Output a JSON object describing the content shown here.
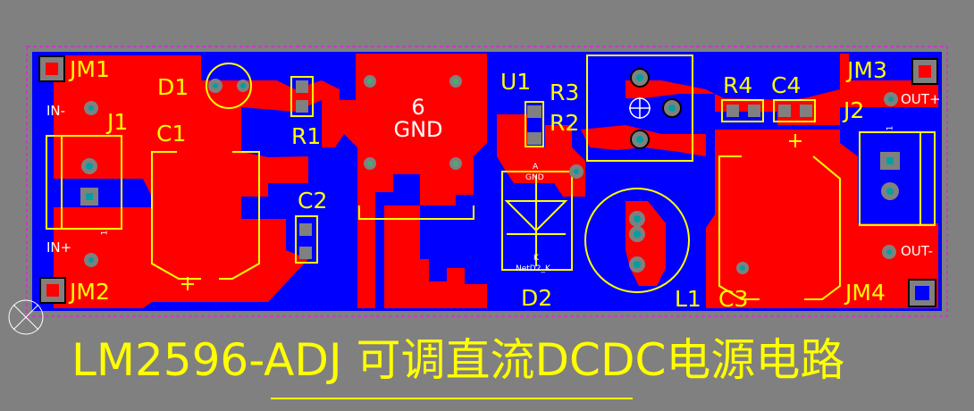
{
  "colors": {
    "background": "#808080",
    "top_copper": "#ff0000",
    "bottom_copper": "#0000ff",
    "silkscreen": "#ffff00",
    "board_outline": "#ff00ff",
    "pad": "#808080",
    "via": "#00a0a0"
  },
  "designators": {
    "jm1": "JM1",
    "jm2": "JM2",
    "jm3": "JM3",
    "jm4": "JM4",
    "d1": "D1",
    "d2": "D2",
    "j1": "J1",
    "j2": "J2",
    "c1": "C1",
    "c2": "C2",
    "c3": "C3",
    "c4": "C4",
    "r1": "R1",
    "r2": "R2",
    "r3": "R3",
    "r4": "R4",
    "u1": "U1",
    "l1": "L1"
  },
  "pin_labels": {
    "in_minus": "IN-",
    "in_plus": "IN+",
    "out_plus": "OUT+",
    "out_minus": "OUT-"
  },
  "small_labels": {
    "a": "A",
    "gnd": "GND",
    "k": "K",
    "net": "NetD2_K",
    "one_left": "1",
    "one_right": "1"
  },
  "pad_label": {
    "number": "6",
    "net": "GND"
  },
  "title": "LM2596-ADJ  可调直流DCDC电源电路"
}
